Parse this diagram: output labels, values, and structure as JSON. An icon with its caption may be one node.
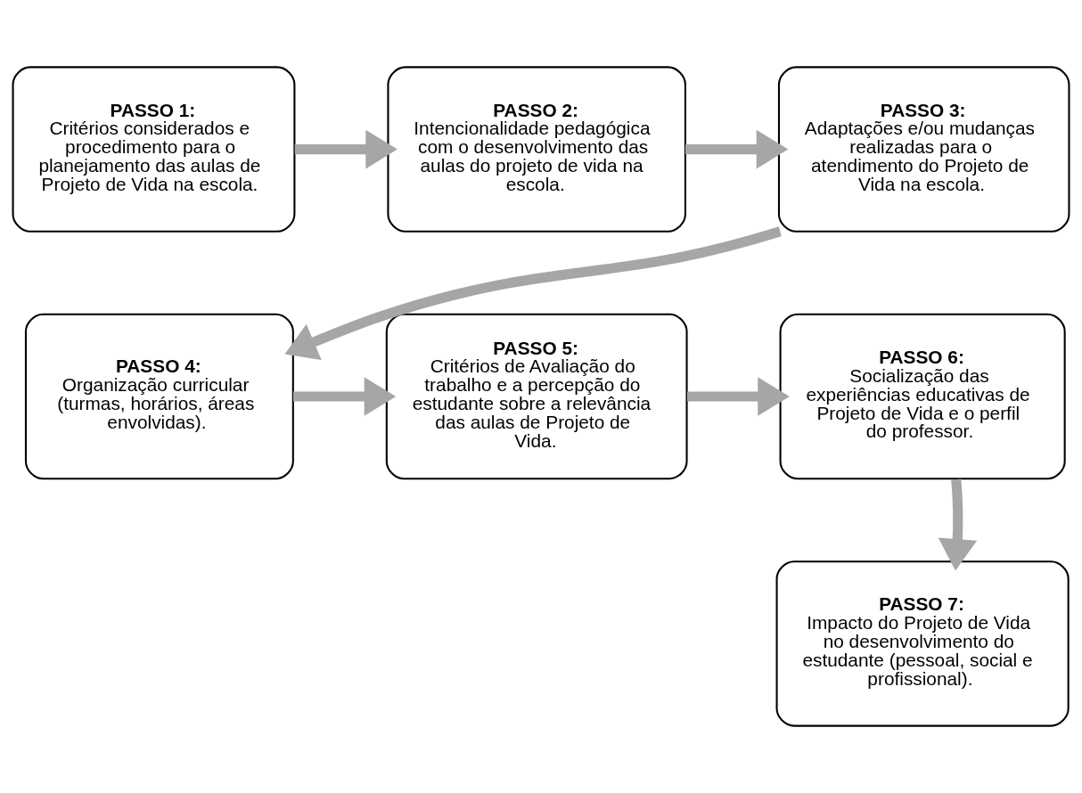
{
  "diagram": {
    "nodes": [
      {
        "text": [
          "PASSO 1:",
          "Critérios considerados e procedimento para o planejamento das aulas de Projeto de Vida na escola."
        ]
      },
      {
        "text": [
          "PASSO 2:",
          "Intencionalidade pedagógica com o desenvolvimento das aulas do projeto de vida na escola."
        ]
      },
      {
        "text": [
          "PASSO 3:",
          "Adaptações e/ou mudanças realizadas para o atendimento do Projeto de Vida na escola."
        ]
      },
      {
        "text": [
          "PASSO 4:",
          "Organização curricular (turmas, horários, áreas envolvidas)."
        ]
      },
      {
        "text": [
          "PASSO 5:",
          "Critérios de Avaliação do trabalho e a percepção do estudante sobre a relevância das aulas de Projeto de Vida."
        ]
      },
      {
        "text": [
          "PASSO 6:",
          "Socialização das experiências educativas de Projeto de Vida e o perfil do professor."
        ]
      },
      {
        "text": [
          "PASSO 7:",
          "Impacto do Projeto de Vida no desenvolvimento do estudante (pessoal, social e profissional)."
        ]
      }
    ],
    "edges": [
      {
        "from": 0,
        "to": 1,
        "arrow": "to"
      },
      {
        "from": 1,
        "to": 2,
        "arrow": "to"
      },
      {
        "from": 2,
        "to": 3,
        "arrow": "to"
      },
      {
        "from": 3,
        "to": 4,
        "arrow": "to"
      },
      {
        "from": 4,
        "to": 5,
        "arrow": "to"
      },
      {
        "from": 5,
        "to": 6,
        "arrow": "to"
      }
    ]
  }
}
